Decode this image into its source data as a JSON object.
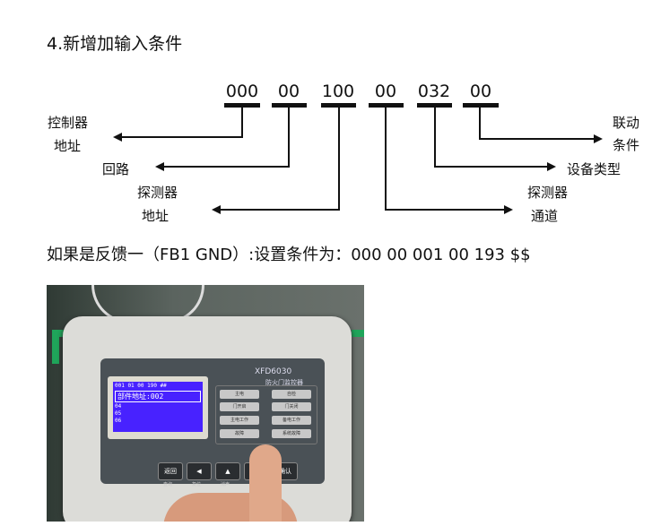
{
  "heading": "4.新增加输入条件",
  "code_groups": [
    {
      "value": "000",
      "label": [
        "控制器",
        "地址"
      ],
      "direction": "left"
    },
    {
      "value": "00",
      "label": [
        "回路"
      ],
      "direction": "left"
    },
    {
      "value": "100",
      "label": [
        "探测器",
        "地址"
      ],
      "direction": "left"
    },
    {
      "value": "00",
      "label": [
        "探测器",
        "通道"
      ],
      "direction": "right"
    },
    {
      "value": "032",
      "label": [
        "设备类型"
      ],
      "direction": "right"
    },
    {
      "value": "00",
      "label": [
        "联动",
        "条件"
      ],
      "direction": "right"
    }
  ],
  "condition_text": "如果是反馈一（FB1 GND）:设置条件为：000 00 001 00 193 $$",
  "photo": {
    "model": "XFD6030",
    "device_name": "防火门监控器",
    "lcd_lines": [
      "001 01 00 190 ##",
      "部件地址:002",
      "04",
      "05",
      "06"
    ],
    "buttons": [
      {
        "label": "返回",
        "sub": "查询"
      },
      {
        "label": "◀",
        "sub": "复位"
      },
      {
        "label": "▲",
        "sub": "消声"
      },
      {
        "label": "",
        "sub": ""
      },
      {
        "label": "确认",
        "sub": ""
      }
    ],
    "leds": [
      "主电",
      "门开启",
      "主电工作",
      "故障",
      "自检",
      "门关闭",
      "备电工作",
      "系统故障"
    ]
  }
}
